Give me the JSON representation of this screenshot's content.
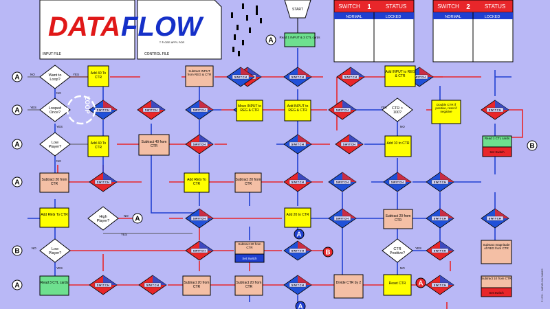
{
  "header": {
    "logo_part1": "DATA",
    "logo_part2": "FLOW",
    "tagline": "T ® GEE APPL FOR",
    "input_file_label": "INPUT FILE",
    "control_file_label": "CONTROL FILE",
    "start_label": "START",
    "read_label": "Read 1 INPUT & 3 CTL cards"
  },
  "status_panels": [
    {
      "switch_label": "SWITCH",
      "number": "1",
      "status_label": "STATUS",
      "normal_label": "NORMAL",
      "locked_label": "LOCKED"
    },
    {
      "switch_label": "SWITCH",
      "number": "2",
      "status_label": "STATUS",
      "normal_label": "NORMAL",
      "locked_label": "LOCKED"
    }
  ],
  "switch_text": "SWITCH",
  "connectors": {
    "A": "A",
    "B": "B"
  },
  "yes": "YES",
  "no": "NO",
  "loop_text": "LOOP",
  "nodes": {
    "want_loop": "Want to Loop?",
    "looped_once": "Looped Once?",
    "low_player1": "Low Player?",
    "high_player": "High Player?",
    "low_player2": "Low Player?",
    "ctr_gt_100": "CTR > 100?",
    "ctr_positive": "CTR Positive?",
    "add40_a": "Add 40 To CTR",
    "add40_b": "Add 40 To CTR",
    "sub20_left": "Subtract 20 from CTR",
    "add_reg_left": "Add REG To CTR",
    "read3": "Read 3 CTL cards",
    "sub_input_reg": "Subtract INPUT from REG & CTR",
    "move_input": "Move INPUT to REG & CTR",
    "add_input1": "Add INPUT to REG & CTR",
    "add_input2": "Add INPUT to REG & CTR",
    "sub40": "Subtract 40 from CTR",
    "add_reg_mid": "Add REG To CTR",
    "sub20_mid": "Subtract 20 from CTR",
    "add20": "Add 20 to CTR",
    "sub20_set": "Subtract 20 from CTR",
    "set_switch": "Set Switch",
    "sub20_bottom": "Subtract 20 from CTR",
    "sub20_bottom2": "Subtract 20 from CTR",
    "divide": "Divide CTR by 2",
    "add10": "Add 10 to CTR",
    "sub20_right": "Subtract 20 from CTR",
    "double_ctr": "Double CTR if positive, reset if negative",
    "read1": "Read 1 CTL cards",
    "sub_mag": "Subtract magnitude of REG from CTR",
    "reset_ctr": "Reset CTR",
    "sub10": "Subtract 10 from CTR"
  },
  "side_credit": "© 1978 ... DATAFLOW GAMES",
  "colors": {
    "background": "#b9b8f6",
    "red_line": "#e8262a",
    "blue_line": "#1f3fd0",
    "yellow_box": "#ffff00",
    "salmon_box": "#f4bfa5",
    "green_box": "#6ee08f",
    "diamond_red": "#e8262a",
    "diamond_blue": "#2050d8"
  }
}
